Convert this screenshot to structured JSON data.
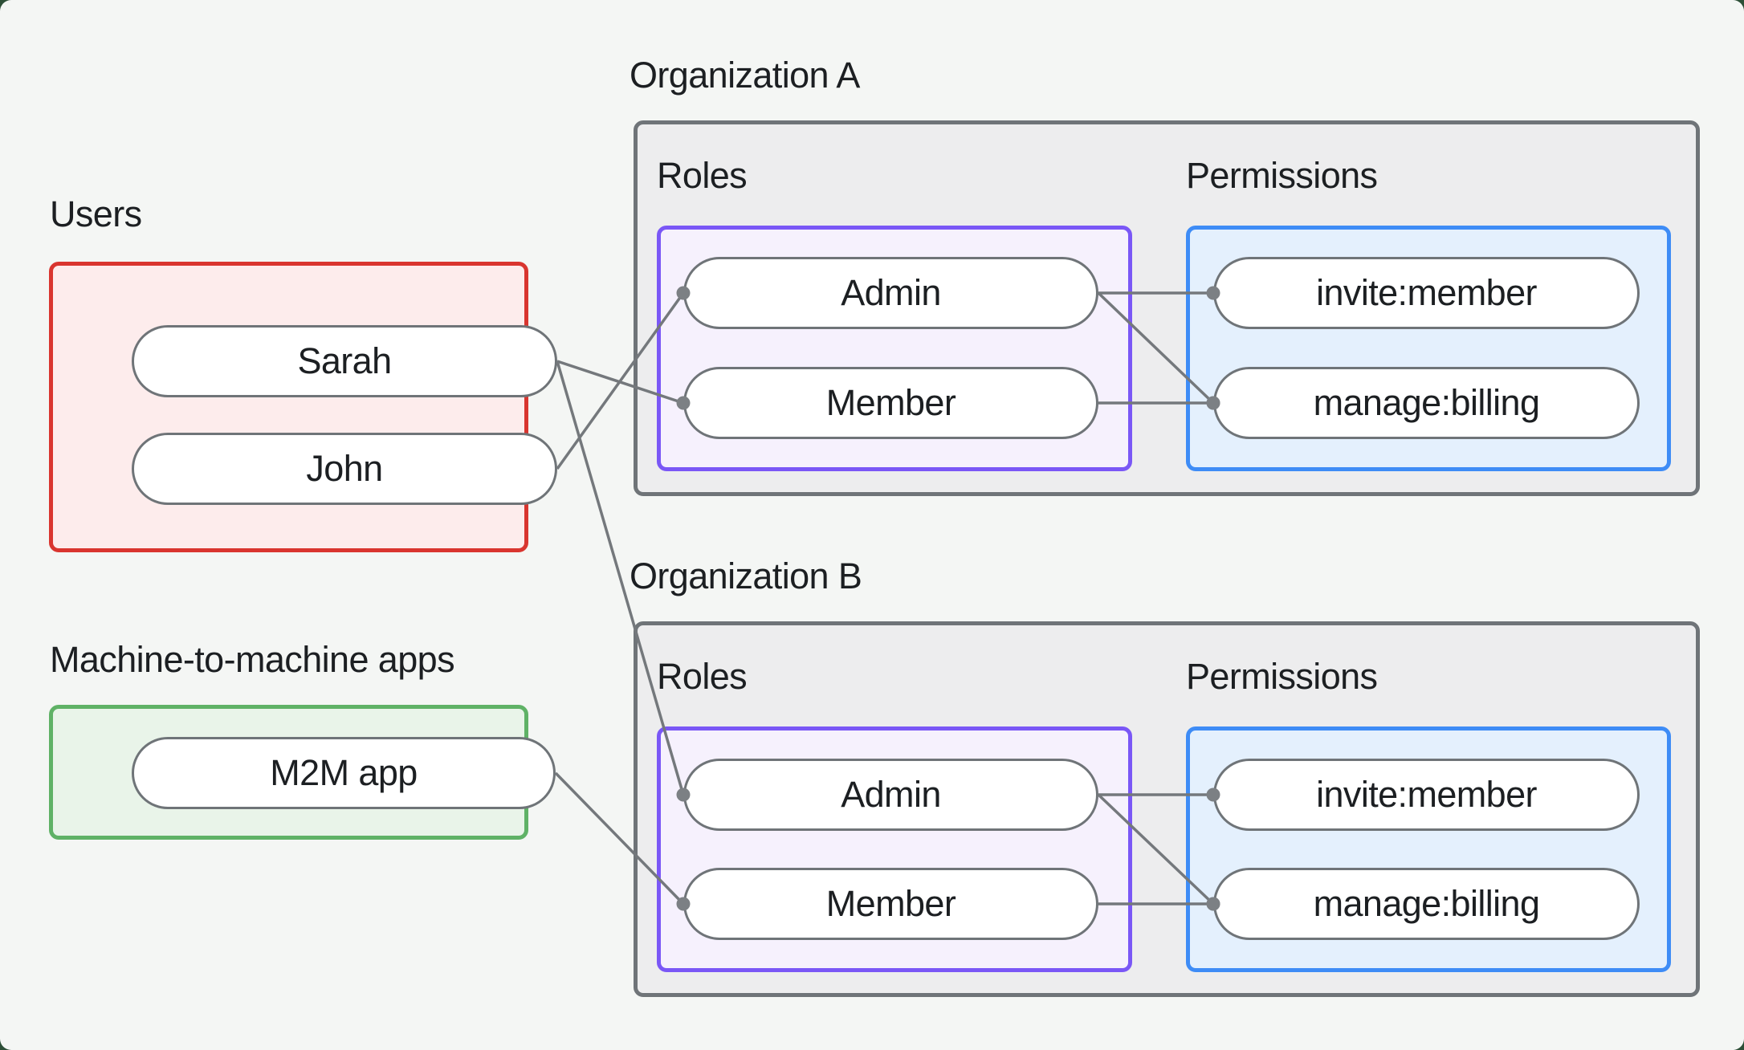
{
  "users_group": {
    "label": "Users",
    "items": [
      "Sarah",
      "John"
    ]
  },
  "m2m_group": {
    "label": "Machine-to-machine apps",
    "items": [
      "M2M app"
    ]
  },
  "organizations": [
    {
      "name": "Organization A",
      "roles_label": "Roles",
      "permissions_label": "Permissions",
      "roles": [
        "Admin",
        "Member"
      ],
      "permissions": [
        "invite:member",
        "manage:billing"
      ]
    },
    {
      "name": "Organization B",
      "roles_label": "Roles",
      "permissions_label": "Permissions",
      "roles": [
        "Admin",
        "Member"
      ],
      "permissions": [
        "invite:member",
        "manage:billing"
      ]
    }
  ],
  "connections": [
    {
      "from": "user-john",
      "to": "org-a-role-admin"
    },
    {
      "from": "user-sarah",
      "to": "org-a-role-member"
    },
    {
      "from": "user-sarah",
      "to": "org-b-role-admin"
    },
    {
      "from": "m2m-app",
      "to": "org-b-role-member"
    },
    {
      "from": "org-a-role-admin",
      "to": "org-a-perm-invite-member"
    },
    {
      "from": "org-a-role-admin",
      "to": "org-a-perm-manage-billing"
    },
    {
      "from": "org-a-role-member",
      "to": "org-a-perm-manage-billing"
    },
    {
      "from": "org-b-role-admin",
      "to": "org-b-perm-invite-member"
    },
    {
      "from": "org-b-role-admin",
      "to": "org-b-perm-manage-billing"
    },
    {
      "from": "org-b-role-member",
      "to": "org-b-perm-manage-billing"
    }
  ],
  "colors": {
    "outside_bg": "#2d4f37",
    "canvas_bg": "#f4f6f4",
    "text": "#1c1f22",
    "users_border": "#d9352f",
    "users_fill": "#fdecec",
    "m2m_border": "#5fb266",
    "m2m_fill": "#e9f4e9",
    "org_border": "#6f7478",
    "org_fill": "#ededee",
    "roles_border": "#7a57f6",
    "roles_fill": "#f6f1fd",
    "permissions_border": "#3e8cf6",
    "permissions_fill": "#e4f0fd",
    "node_border": "#6f7478",
    "node_fill": "#ffffff",
    "edge": "#74787c",
    "dot": "#7c8084"
  }
}
